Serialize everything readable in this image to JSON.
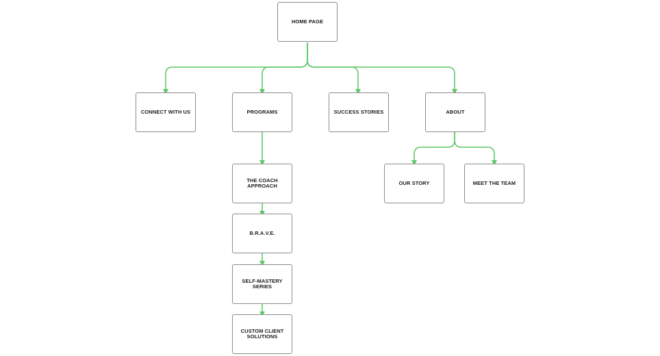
{
  "sitemap": {
    "root": {
      "label": "HOME PAGE"
    },
    "level1": {
      "connect": "CONNECT WITH US",
      "programs": "PROGRAMS",
      "success": "SUCCESS STORIES",
      "about": "ABOUT"
    },
    "programs_children": {
      "coach": "THE COACH\nAPPROACH",
      "brave": "B.R.A.V.E.",
      "selfmastery": "SELF-MASTERY\nSERIES",
      "custom": "CUSTOM CLIENT\nSOLUTIONS"
    },
    "about_children": {
      "story": "OUR STORY",
      "team": "MEET THE TEAM"
    }
  },
  "colors": {
    "connector": "#5ec86a",
    "node_border": "#8a8a8a",
    "node_text": "#1a1a1a"
  }
}
